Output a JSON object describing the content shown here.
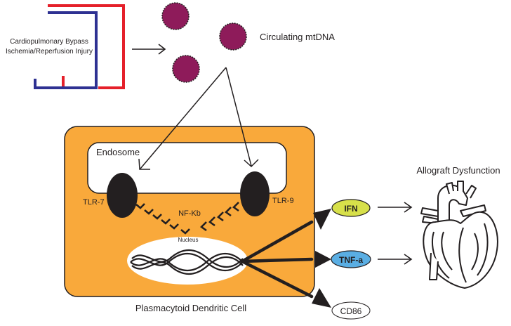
{
  "source": {
    "line1": "Cardiopulmonary Bypass",
    "line2": "Ischemia/Reperfusion Injury"
  },
  "mtdna": {
    "label": "Circulating mtDNA",
    "count": 3
  },
  "cell": {
    "label": "Plasmacytoid Dendritic Cell",
    "endosome": "Endosome",
    "receptors": [
      "TLR-7",
      "TLR-9"
    ],
    "pathway": "NF-Kb",
    "nucleus": "Nucleus"
  },
  "outputs": [
    {
      "label": "IFN",
      "color": "#d7e04a"
    },
    {
      "label": "TNF-a",
      "color": "#5aaee3"
    },
    {
      "label": "CD86",
      "color": "#ffffff"
    }
  ],
  "outcome": "Allograft Dysfunction",
  "colors": {
    "cell": "#f9a93b",
    "mtdna": "#8e1b5a",
    "line_red": "#e5202a",
    "line_blue": "#2e3192"
  }
}
